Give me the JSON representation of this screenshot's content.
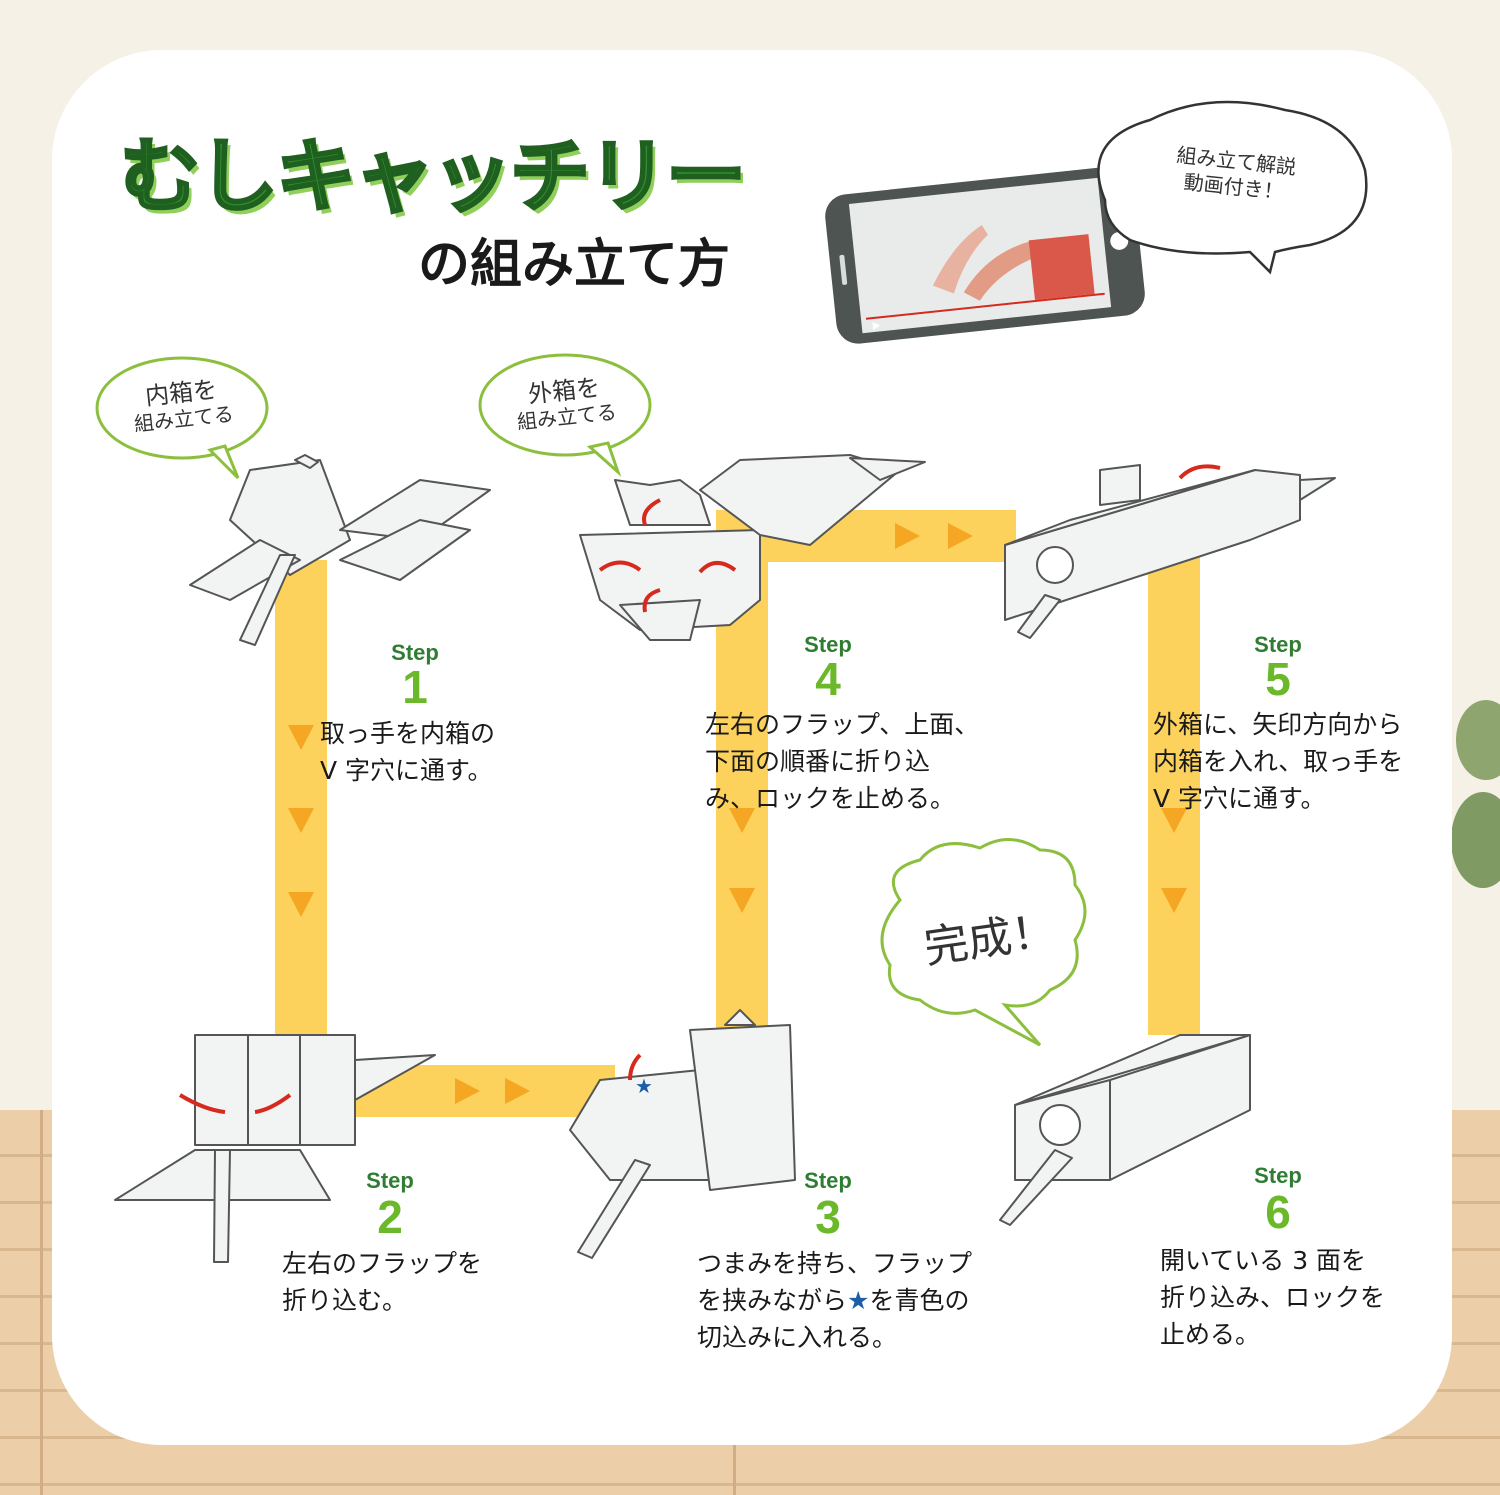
{
  "title": {
    "main": "むしキャッチリー",
    "sub": "の組み立て方"
  },
  "video_bubble": {
    "line1": "組み立て解説",
    "line2": "動画付き！"
  },
  "inner_bubble": {
    "line1": "内箱を",
    "line2": "組み立てる"
  },
  "outer_bubble": {
    "line1": "外箱を",
    "line2": "組み立てる"
  },
  "done_bubble": {
    "text": "完成！"
  },
  "steps": [
    {
      "label": "Step",
      "number": "1",
      "text": "取っ手を内箱の\nV 字穴に通す。"
    },
    {
      "label": "Step",
      "number": "2",
      "text": "左右のフラップを\n折り込む。"
    },
    {
      "label": "Step",
      "number": "3",
      "text_before": "つまみを持ち、フラップ\nを挟みながら",
      "star": "★",
      "text_after": "を青色の\n切込みに入れる。"
    },
    {
      "label": "Step",
      "number": "4",
      "text": "左右のフラップ、上面、\n下面の順番に折り込\nみ、ロックを止める。"
    },
    {
      "label": "Step",
      "number": "5",
      "text": "外箱に、矢印方向から\n内箱を入れ、取っ手を\nV 字穴に通す。"
    },
    {
      "label": "Step",
      "number": "6",
      "text": "開いている 3 面を\n折り込み、ロックを\n止める。"
    }
  ],
  "colors": {
    "path": "#fcd25c",
    "arrow": "#f5a623",
    "red_arrow": "#d62a1e",
    "title_green": "#2f8f2f",
    "step_green": "#6bb82b"
  }
}
